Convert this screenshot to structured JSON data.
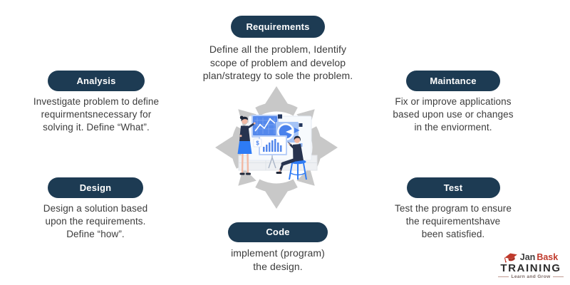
{
  "colors": {
    "pill_navy": "#1d3b53",
    "body_text": "#3c3c3c",
    "arrow_gray": "#c8c8c8",
    "accent_blue": "#2e7bf5",
    "logo_red": "#c0392b"
  },
  "phases": [
    {
      "label": "Requirements",
      "lines": [
        "Define all the problem, Identify",
        "scope of problem and develop",
        "plan/strategy to sole the problem."
      ]
    },
    {
      "label": "Analysis",
      "lines": [
        "Investigate problem to define",
        "requirmentsnecessary for",
        "solving it. Define “What”."
      ]
    },
    {
      "label": "Maintance",
      "lines": [
        "Fix or improve applications",
        "based upon use or changes",
        "in the enviorment."
      ]
    },
    {
      "label": "Design",
      "lines": [
        "Design a solution based",
        "upon the requirements.",
        "Define “how”."
      ]
    },
    {
      "label": "Test",
      "lines": [
        "Test the program to ensure",
        "the requirementshave",
        "been satisfied."
      ]
    },
    {
      "label": "Code",
      "lines": [
        "implement (program)",
        "the design."
      ]
    }
  ],
  "illustration": {
    "dollar_glyph": "$"
  },
  "logo": {
    "jan": "Jan",
    "bask": "Bask",
    "training": "TRAINING",
    "tagline": "Learn and Grow"
  }
}
